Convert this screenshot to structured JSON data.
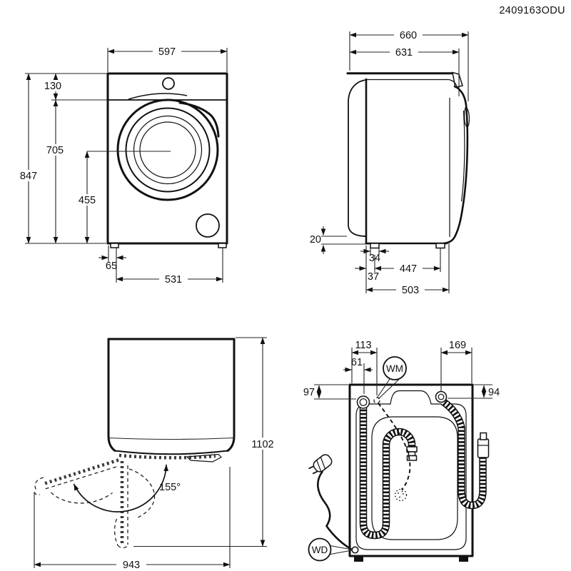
{
  "document": {
    "part_code": "2409163ODU"
  },
  "front_view": {
    "width": "597",
    "panel_height": "130",
    "door_center_height": "705",
    "total_height": "847",
    "door_center_from_base": "455",
    "foot_inset": "65",
    "foot_spacing": "531"
  },
  "side_view": {
    "depth_total": "660",
    "depth_body": "631",
    "rear_base_gap": "20",
    "foot_width": "34",
    "foot_spacing": "447",
    "rear_foot_offset": "37",
    "base_depth": "503"
  },
  "top_view": {
    "depth_door_open": "1102",
    "door_angle": "155°",
    "width_door_open": "943"
  },
  "rear_view": {
    "inlet_offset": "113",
    "cord_offset": "61",
    "drain_offset": "169",
    "left_port_drop": "97",
    "right_port_drop": "94",
    "wm_balloon": "WM",
    "wd_balloon": "WD"
  }
}
